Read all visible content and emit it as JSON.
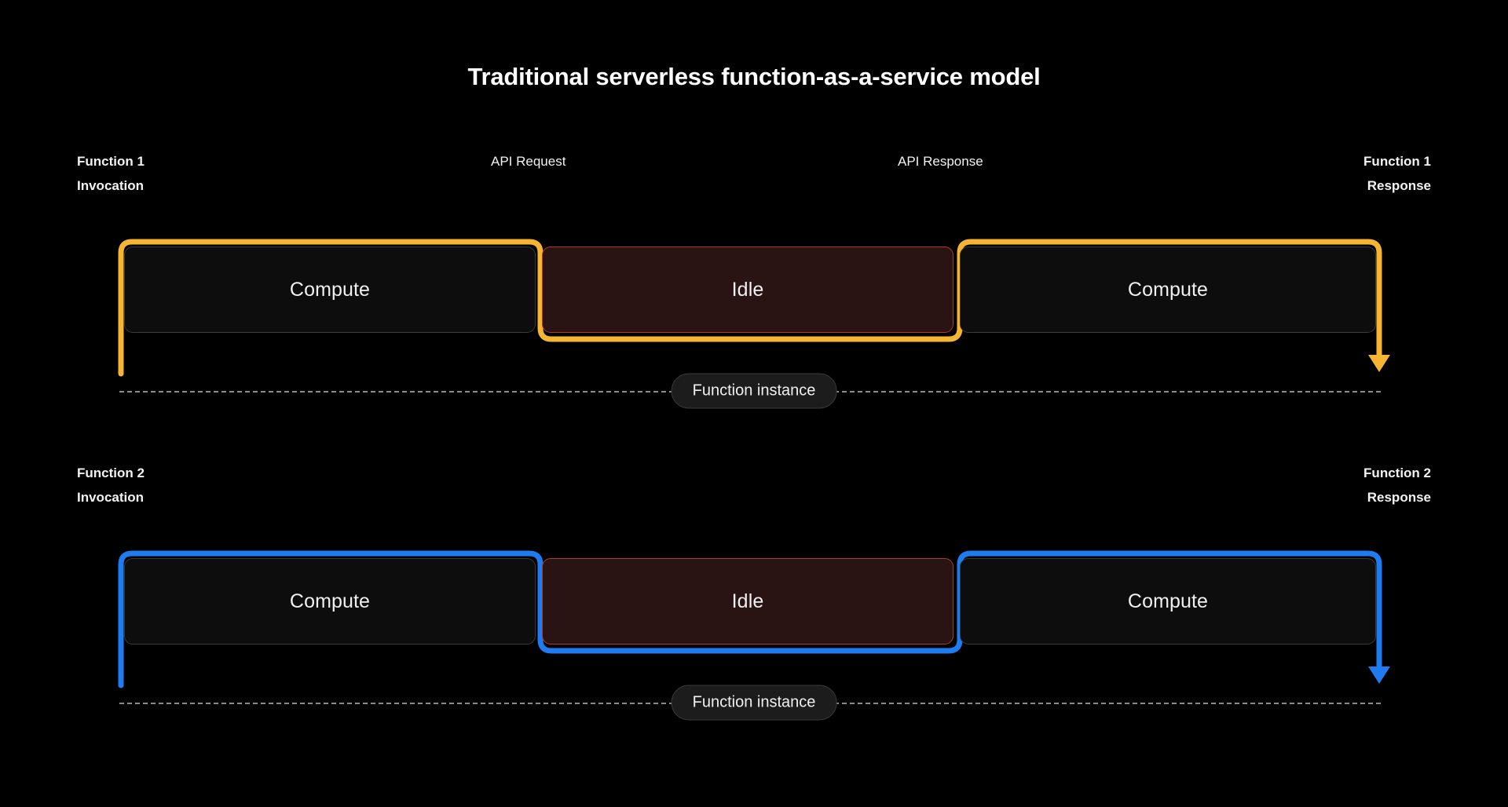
{
  "diagram": {
    "title": "Traditional serverless function-as-a-service model",
    "background_color": "#000000",
    "rows": [
      {
        "id": "function-1",
        "accent_color": "#F5B432",
        "label_invocation": "Function 1\nInvocation",
        "label_response": "Function 1\nResponse",
        "label_api_request": "API Request",
        "label_api_response": "API Response",
        "instance_label": "Function instance",
        "segments": [
          {
            "label": "Compute",
            "state": "compute"
          },
          {
            "label": "Idle",
            "state": "idle"
          },
          {
            "label": "Compute",
            "state": "compute"
          }
        ]
      },
      {
        "id": "function-2",
        "accent_color": "#1E7BF0",
        "label_invocation": "Function 2\nInvocation",
        "label_response": "Function 2\nResponse",
        "label_api_request": "",
        "label_api_response": "",
        "instance_label": "Function instance",
        "segments": [
          {
            "label": "Compute",
            "state": "compute"
          },
          {
            "label": "Idle",
            "state": "idle"
          },
          {
            "label": "Compute",
            "state": "compute"
          }
        ]
      }
    ],
    "colors": {
      "idle_fill": "#2a1313",
      "idle_border": "#b03a2e",
      "compute_fill": "#0d0d0d",
      "compute_border": "#3a3a3a",
      "dash_line": "#8c8c8c",
      "pill_fill": "#1c1c1c"
    }
  }
}
